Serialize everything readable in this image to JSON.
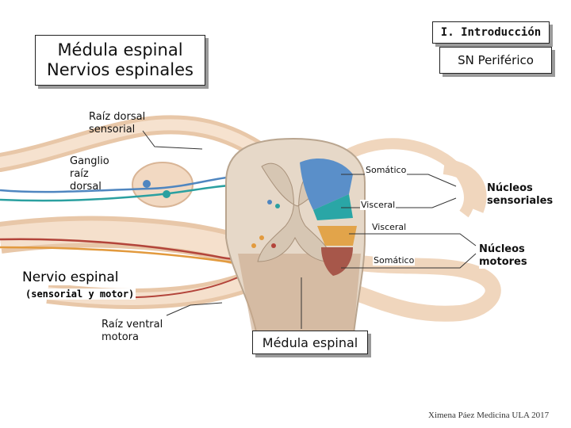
{
  "title": {
    "line1": "Médula espinal",
    "line2": "Nervios espinales"
  },
  "intro": "I. Introducción",
  "section": "SN Periférico",
  "labels": {
    "dorsal_root": {
      "line1": "Raíz dorsal",
      "line2": "sensorial"
    },
    "ganglion": {
      "line1": "Ganglio",
      "line2": "raíz",
      "line3": "dorsal"
    },
    "somatic_sensory": "Somático",
    "visceral_sensory": "Visceral",
    "visceral_motor": "Visceral",
    "somatic_motor": "Somático",
    "sensory_nuclei": {
      "line1": "Núcleos",
      "line2": "sensoriales"
    },
    "motor_nuclei": {
      "line1": "Núcleos",
      "line2": "motores"
    },
    "spinal_nerve": {
      "title": "Nervio espinal",
      "sub": "(sensorial y motor)"
    },
    "ventral_root": {
      "line1": "Raíz ventral",
      "line2": "motora"
    },
    "spinal_cord": "Médula espinal"
  },
  "colors": {
    "somatic_sensory": "#5a8fc9",
    "visceral_sensory": "#2aa6a6",
    "visceral_motor": "#e2a44a",
    "somatic_motor": "#a7574a",
    "nerve_sheath": "#f2d3b8"
  },
  "credit": "Ximena Páez Medicina ULA 2017"
}
